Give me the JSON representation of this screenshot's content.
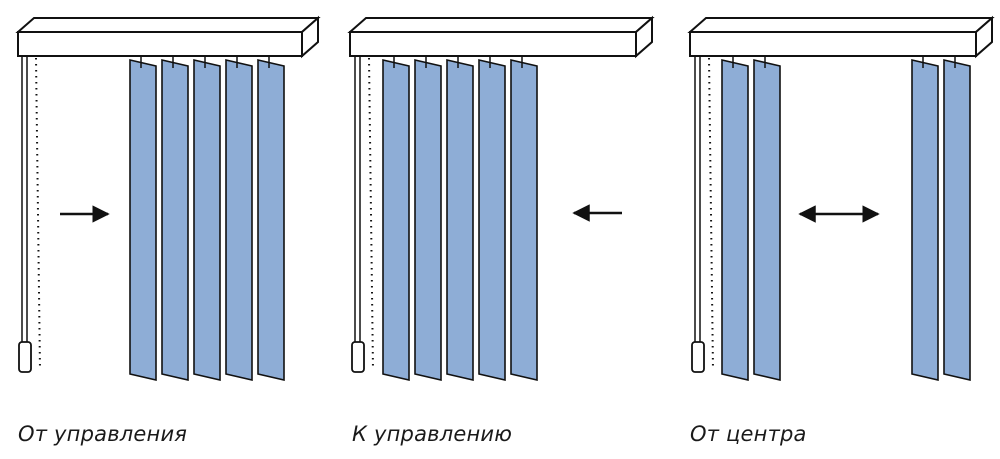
{
  "colors": {
    "slat_fill": "#8EADD6",
    "outline": "#111111",
    "background": "#FFFFFF"
  },
  "panels": [
    {
      "id": "from-control",
      "caption": "От управления",
      "direction_icon": "arrow-right-icon",
      "slat_count": 5,
      "slat_groups": "right-stack"
    },
    {
      "id": "to-control",
      "caption": "К управлению",
      "direction_icon": "arrow-left-icon",
      "slat_count": 5,
      "slat_groups": "left-stack"
    },
    {
      "id": "from-center",
      "caption": "От центра",
      "direction_icon": "arrow-double-icon",
      "slat_count": 4,
      "slat_groups": "split"
    }
  ]
}
